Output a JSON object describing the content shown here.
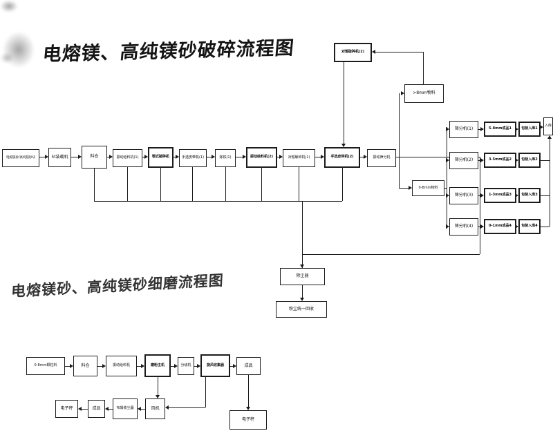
{
  "titles": {
    "crush": "电熔镁、高纯镁砂破碎流程图",
    "grind": "电熔镁砂、高纯镁砂细磨流程图"
  },
  "crush": {
    "main_row": [
      "电熔镁砂/高纯镁砂块",
      "5t装载机",
      "料仓",
      "振动给料机(1)",
      "颚式破碎机",
      "手选皮带机(1)",
      "除铁(1)",
      "振动给料机(2)",
      "对辊破碎机(1)",
      "手选皮带机(2)",
      "振动筛分机"
    ],
    "recrusher": "对辊破碎机(2)",
    "oversize": ">8mm物料",
    "undersize": "0-8mm物料",
    "screens": [
      "筛分机(1)",
      "筛分机(2)",
      "筛分机(3)",
      "筛分机(4)"
    ],
    "products": [
      "5-8mm成品1",
      "3-5mm成品2",
      "1-3mm成品3",
      "0-1mm成品4"
    ],
    "packing": [
      "包装入库1",
      "包装入库2",
      "包装入库3",
      "包装入库4"
    ],
    "storage": "入库",
    "dust_collector": "除尘器",
    "dust_recycle": "粉尘统一回收"
  },
  "grind": {
    "row1": [
      "0-8mm颗粒料",
      "料仓",
      "振动给料机",
      "磨粉主机",
      "分级机",
      "旋风收集器",
      "成品"
    ],
    "row2": [
      "电子秤",
      "成品",
      "布袋收尘器",
      "风机"
    ],
    "scale": "电子秤"
  }
}
